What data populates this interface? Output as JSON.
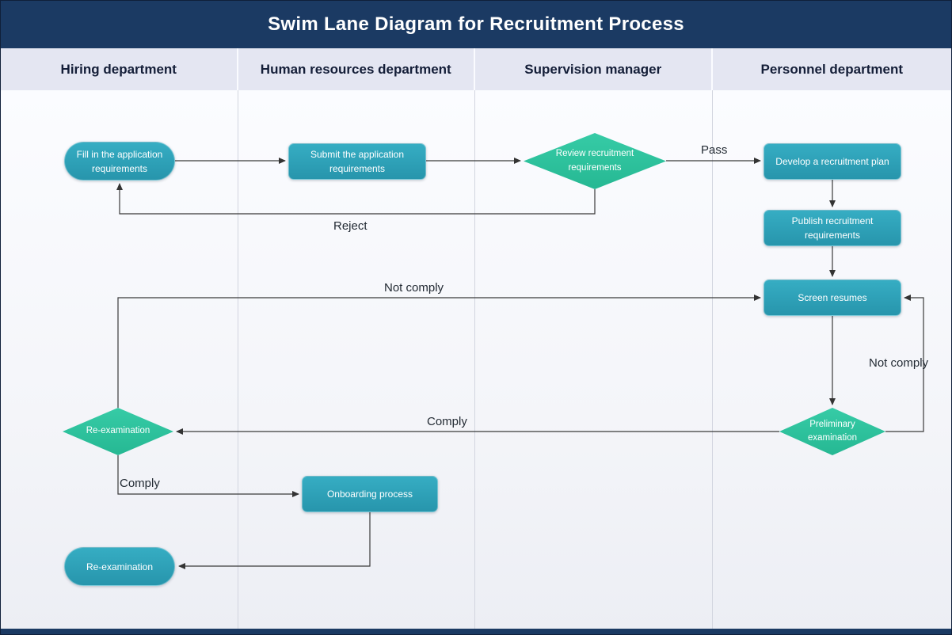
{
  "title": "Swim Lane Diagram for Recruitment Process",
  "lanes": [
    {
      "label": "Hiring department"
    },
    {
      "label": "Human resources department"
    },
    {
      "label": "Supervision manager"
    },
    {
      "label": "Personnel department"
    }
  ],
  "nodes": {
    "fill_application": {
      "label": "Fill in the application requirements",
      "shape": "stadium"
    },
    "submit_application": {
      "label": "Submit the application requirements",
      "shape": "rect"
    },
    "review_requirements": {
      "label": "Review recruitment requirements",
      "shape": "diamond"
    },
    "develop_plan": {
      "label": "Develop a recruitment plan",
      "shape": "rect"
    },
    "publish_requirements": {
      "label": "Publish recruitment requirements",
      "shape": "rect"
    },
    "screen_resumes": {
      "label": "Screen resumes",
      "shape": "rect"
    },
    "preliminary_examination": {
      "label": "Preliminary examination",
      "shape": "diamond"
    },
    "re_examination": {
      "label": "Re-examination",
      "shape": "diamond"
    },
    "onboarding": {
      "label": "Onboarding process",
      "shape": "rect"
    },
    "re_examination_final": {
      "label": "Re-examination",
      "shape": "stadium"
    }
  },
  "edge_labels": {
    "pass": "Pass",
    "reject": "Reject",
    "not_comply_top": "Not comply",
    "not_comply_right": "Not comply",
    "comply_long": "Comply",
    "comply_down": "Comply"
  },
  "colors": {
    "title_bg": "#1b3a63",
    "header_bg": "#e4e6f2",
    "node_fill": "#2795ac",
    "node_fill_light": "#36adc3",
    "diamond_fill": "#26b893",
    "diamond_fill_light": "#36cba6"
  }
}
